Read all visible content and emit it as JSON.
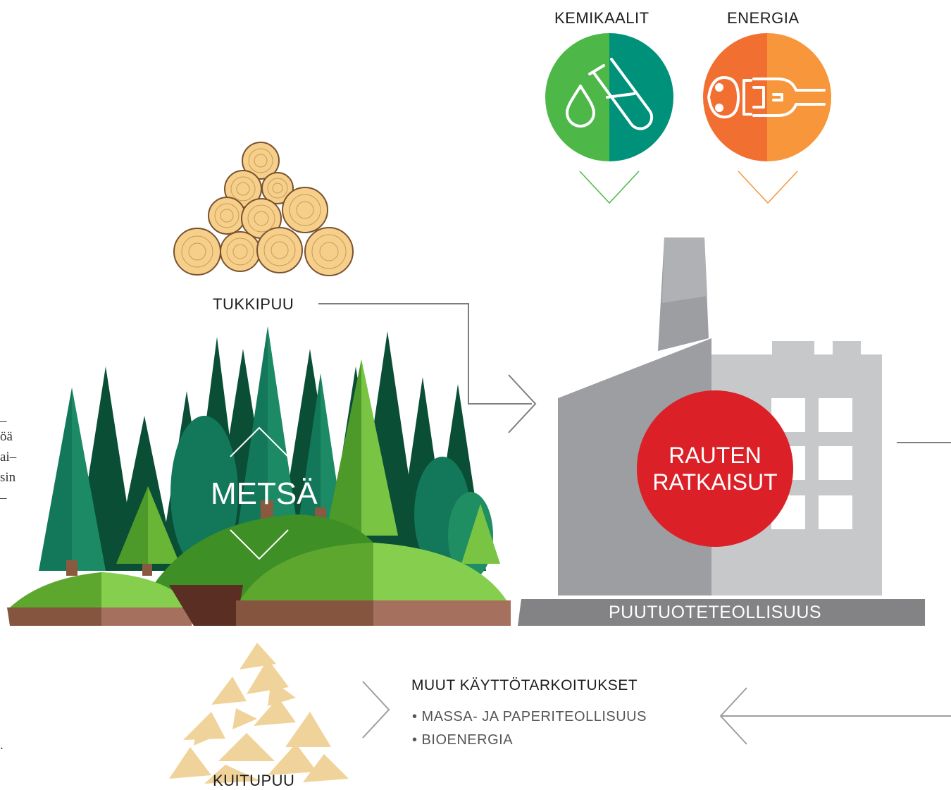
{
  "labels": {
    "kemikaalit": "KEMIKAALIT",
    "energia": "ENERGIA",
    "tukkipuu": "TUKKIPUU",
    "metsa": "METSÄ",
    "rauten_line1": "RAUTEN",
    "rauten_line2": "RATKAISUT",
    "puutuoteteollisuus": "PUUTUOTETEOLLISUUS",
    "muut_title": "MUUT KÄYTTÖTARKOITUKSET",
    "muut_item1": "• MASSA- JA PAPERITEOLLISUUS",
    "muut_item2": "• BIOENERGIA",
    "kuitupuu": "KUITUPUU"
  },
  "clipped_text": {
    "line1": "–",
    "line2": "öä",
    "line3": "ai–",
    "line4": "sin",
    "line5": "–",
    "line6": "."
  },
  "icons": {
    "chemicals": "test-tube-drop-icon",
    "energy": "power-plug-icon"
  },
  "colors": {
    "green_light": "#4db848",
    "teal": "#00917a",
    "orange_dark": "#f26f32",
    "orange_light": "#f7963a",
    "red": "#dc2028",
    "factory_dark": "#9d9ea2",
    "factory_light": "#c7c8ca",
    "bar_gray": "#838386",
    "log_color": "#f6d08a",
    "chip_color": "#f0d39a",
    "forest_dark": "#0a4e36",
    "forest_mid": "#13785a",
    "grass_light": "#86cf4e",
    "soil_dark": "#855540",
    "soil_light": "#a6705e"
  }
}
